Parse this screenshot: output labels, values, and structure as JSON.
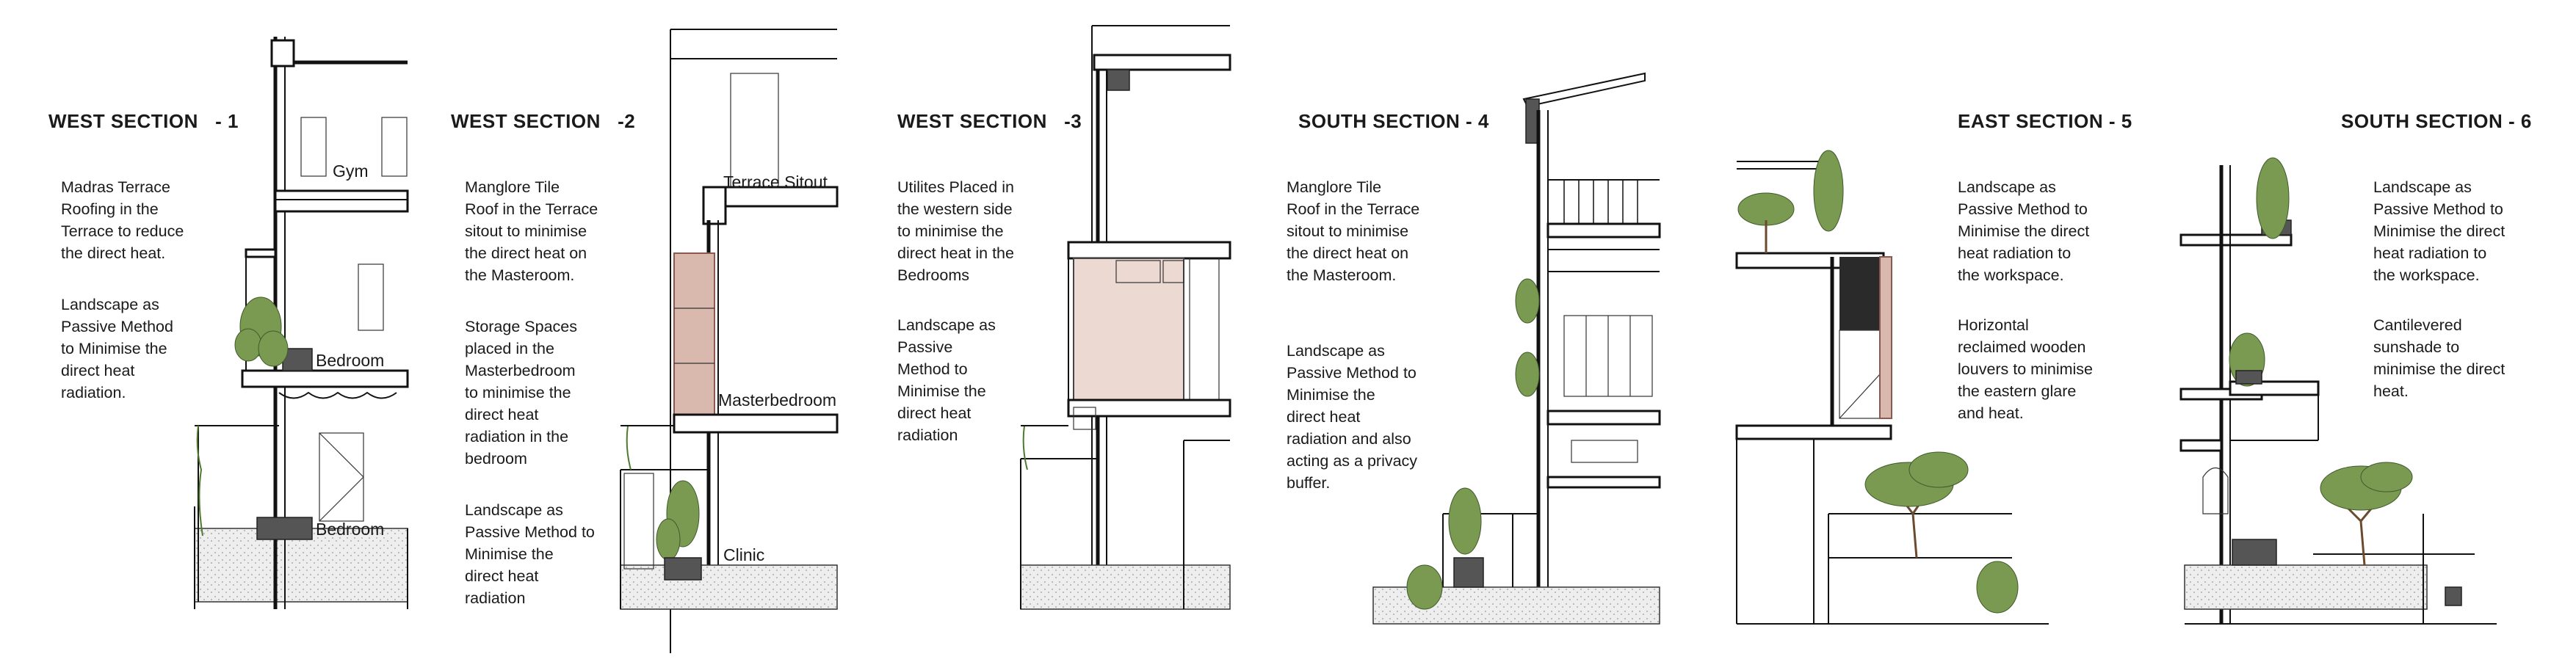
{
  "sections": [
    {
      "title": "WEST SECTION   - 1",
      "notes": [
        "Madras Terrace\nRoofing in the\nTerrace to reduce\nthe direct heat.",
        "Landscape as\nPassive Method\nto Minimise the\ndirect heat\nradiation."
      ],
      "labels": [
        "Gym",
        "Bedroom",
        "Bedroom"
      ]
    },
    {
      "title": "WEST SECTION   -2",
      "notes": [
        "Manglore Tile\nRoof in the Terrace\nsitout to minimise\nthe direct heat on\nthe Masteroom.",
        "Storage Spaces\nplaced in the\nMasterbedroom\nto minimise the\ndirect heat\nradiation in the\nbedroom",
        "Landscape as\nPassive Method to\nMinimise the\ndirect heat\nradiation"
      ],
      "labels": [
        "Terrace Sitout",
        "Masterbedroom",
        "Clinic"
      ]
    },
    {
      "title": "WEST SECTION   -3",
      "notes": [
        "Utilites Placed in\nthe western side\nto minimise the\ndirect heat in the\nBedrooms",
        "Landscape as\nPassive\n Method to\nMinimise the\ndirect heat\nradiation"
      ],
      "labels": []
    },
    {
      "title": "SOUTH SECTION - 4",
      "notes": [
        "Manglore Tile\nRoof in the Terrace\nsitout to minimise\nthe direct heat on\nthe Masteroom.",
        "Landscape as\nPassive Method to\nMinimise the\ndirect heat\nradiation and also\nacting as a privacy\nbuffer."
      ],
      "labels": []
    },
    {
      "title": "EAST SECTION - 5",
      "notes": [
        "Landscape as\nPassive Method to\nMinimise the direct\nheat radiation to\nthe workspace.",
        "Horizontal\nreclaimed wooden\nlouvers to minimise\nthe eastern glare\nand heat."
      ],
      "labels": []
    },
    {
      "title": "SOUTH SECTION - 6",
      "notes": [
        "Landscape as\nPassive Method to\nMinimise the direct\nheat radiation to\nthe workspace.",
        "Cantilevered\nsunshade  to\nminimise the direct\nheat."
      ],
      "labels": []
    }
  ]
}
